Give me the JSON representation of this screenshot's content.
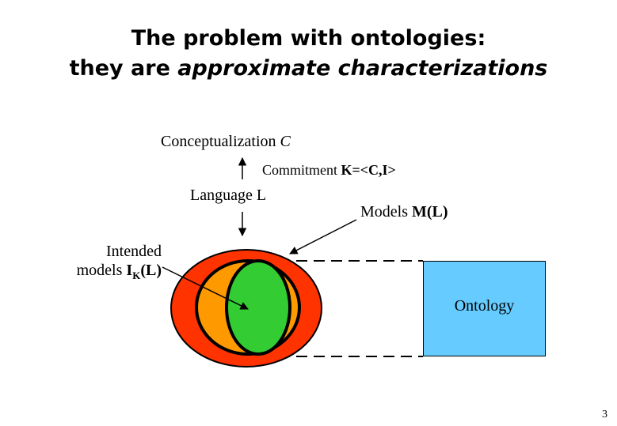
{
  "slide": {
    "title_line1": "The problem with ontologies:",
    "title_line2_prefix": "they are ",
    "title_line2_emphasis": "approximate characterizations",
    "page_number": "3"
  },
  "diagram": {
    "conceptualization": {
      "text": "Conceptualization",
      "symbol": "C"
    },
    "commitment": {
      "text": "Commitment",
      "expr": "K=<C,I>"
    },
    "language": {
      "text": "Language L"
    },
    "models": {
      "text": "Models",
      "expr": "M(L)"
    },
    "intended": {
      "line1": "Intended",
      "line2_prefix": "models ",
      "symbol": "I",
      "subscript": "K",
      "suffix": "(L)"
    },
    "ontology": {
      "label": "Ontology"
    }
  },
  "colors": {
    "outer_models": "#ff3300",
    "language_region": "#ff9900",
    "intended_models": "#33cc33",
    "ontology_box": "#66ccff"
  }
}
